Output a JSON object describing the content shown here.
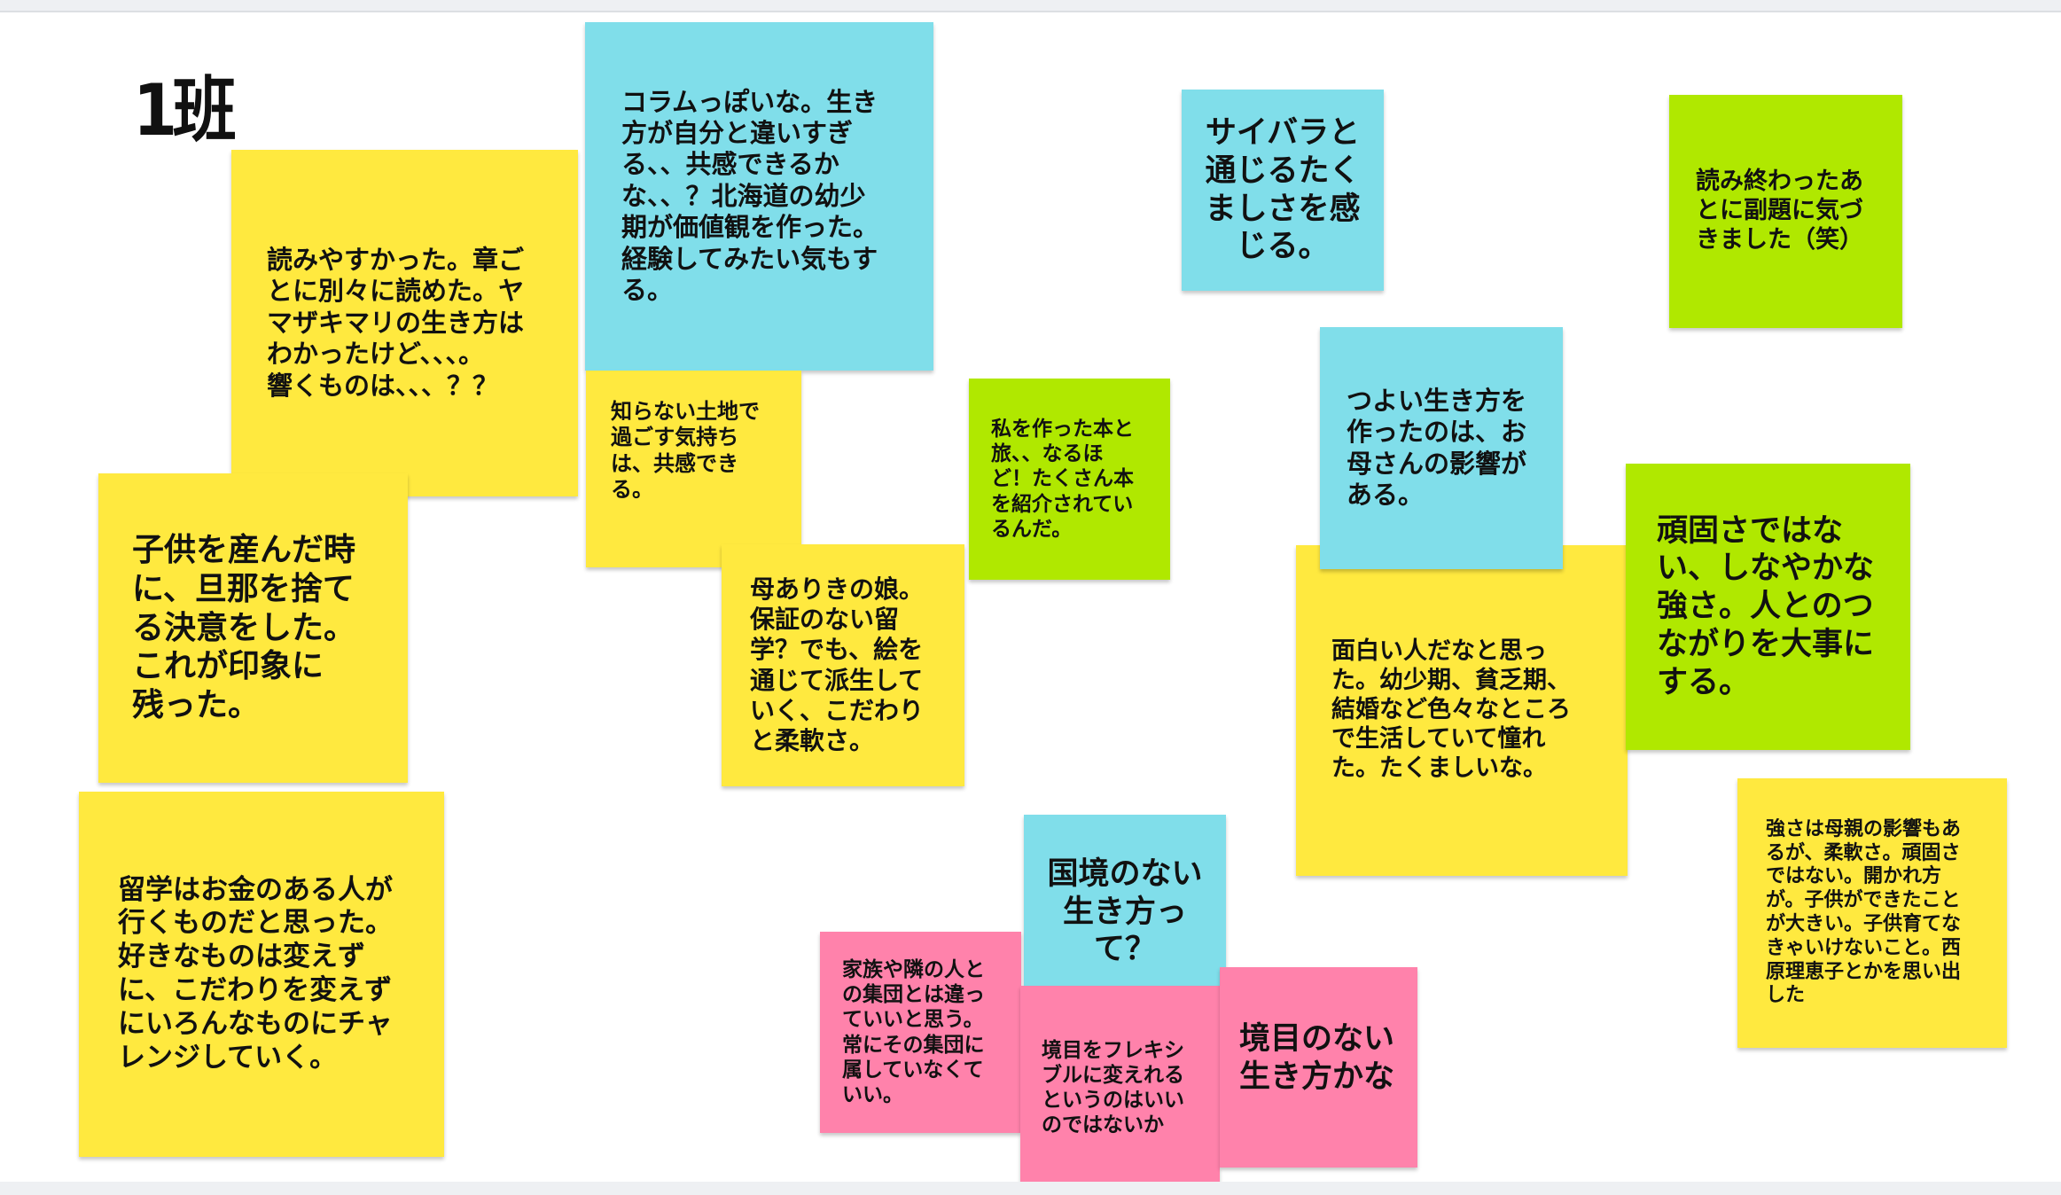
{
  "board_title": "1班",
  "colors": {
    "yellow": "#ffe93f",
    "cyan": "#80deea",
    "green": "#b0e800",
    "pink": "#ff82ab"
  },
  "notes": [
    {
      "color": "yellow",
      "text": "読みやすかった。章ご\nとに別々に読めた。ヤ\nマザキマリの生き方は\nわかったけど、、、。\n響くものは、、、？？"
    },
    {
      "color": "cyan",
      "text": "コラムっぽいな。生き\n方が自分と違いすぎ\nる、、共感できるか\nな、、？北海道の幼少\n期が価値観を作った。\n経験してみたい気もす\nる。"
    },
    {
      "color": "yellow",
      "text": "知らない土地で\n過ごす気持ち\nは、共感でき\nる。"
    },
    {
      "color": "yellow",
      "text": "子供を産んだ時\nに、旦那を捨て\nる決意をした。\nこれが印象に\n残った。"
    },
    {
      "color": "yellow",
      "text": "留学はお金のある人が\n行くものだと思った。\n好きなものは変えず\nに、こだわりを変えず\nにいろんなものにチャ\nレンジしていく。"
    },
    {
      "color": "yellow",
      "text": "母ありきの娘。\n保証のない留\n学？でも、絵を\n通じて派生して\nいく、こだわり\nと柔軟さ。"
    },
    {
      "color": "green",
      "text": "私を作った本と\n旅、、なるほ\nど！たくさん本\nを紹介されてい\nるんだ。"
    },
    {
      "color": "cyan",
      "text": "サイバラと\n通じるたく\nましさを感\nじる。"
    },
    {
      "color": "green",
      "text": "読み終わったあ\nとに副題に気づ\nきました（笑）"
    },
    {
      "color": "cyan",
      "text": "つよい生き方を\n作ったのは、お\n母さんの影響が\nある。"
    },
    {
      "color": "yellow",
      "text": "面白い人だなと思っ\nた。幼少期、貧乏期、\n結婚など色々なところ\nで生活していて憧れ\nた。たくましいな。"
    },
    {
      "color": "green",
      "text": "頑固さではな\nい、しなやかな\n強さ。人とのつ\nながりを大事に\nする。"
    },
    {
      "color": "yellow",
      "text": "強さは母親の影響もあ\nるが、柔軟さ。頑固さ\nではない。開かれ方\nが。子供ができたこと\nが大きい。子供育てな\nきゃいけないこと。西\n原理恵子とかを思い出\nした"
    },
    {
      "color": "cyan",
      "text": "国境のない\n生き方っ\nて？"
    },
    {
      "color": "pink",
      "text": "家族や隣の人と\nの集団とは違っ\nていいと思う。\n常にその集団に\n属していなくて\nいい。"
    },
    {
      "color": "pink",
      "text": "境目をフレキシ\nブルに変えれる\nというのはいい\nのではないか"
    },
    {
      "color": "pink",
      "text": "境目のない\n生き方かな"
    }
  ]
}
